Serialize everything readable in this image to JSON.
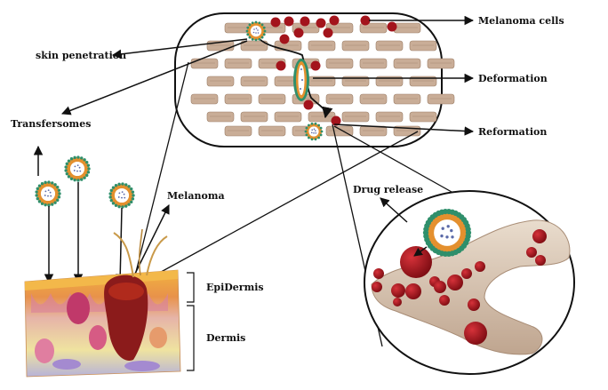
{
  "labels": {
    "melanoma_cells": "Melanoma cells",
    "skin_penetration": "skin penetration",
    "deformation": "Deformation",
    "reformation": "Reformation",
    "transfersomes": "Transfersomes",
    "melanoma": "Melanoma",
    "drug_release": "Drug release",
    "epidermis": "EpiDermis",
    "dermis": "Dermis"
  },
  "colors": {
    "melanoma_cell": "#a3141c",
    "lipid_shell_green": "#2f8f6b",
    "lipid_core_orange": "#e4902e",
    "tissue_cell": "#c9ad97",
    "epidermis_top": "#e9a93a",
    "vessel": "#d8c7b5"
  }
}
